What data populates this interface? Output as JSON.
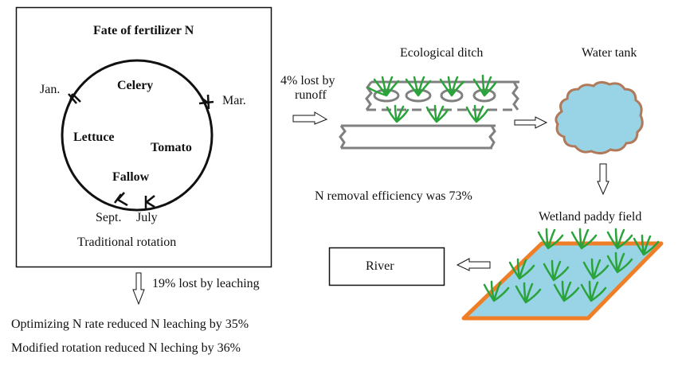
{
  "rotation_panel": {
    "title": "Fate of fertilizer N",
    "months": {
      "jan": "Jan.",
      "mar": "Mar.",
      "sept": "Sept.",
      "july": "July"
    },
    "crops": {
      "celery": "Celery",
      "lettuce": "Lettuce",
      "tomato": "Tomato",
      "fallow": "Fallow"
    },
    "caption": "Traditional rotation"
  },
  "leaching": {
    "label": "19% lost by leaching",
    "notes": [
      "Optimizing N rate reduced N leaching by 35%",
      "Modified rotation reduced N leching by 36%"
    ]
  },
  "runoff": {
    "line1": "4% lost by",
    "line2": "runoff"
  },
  "ditch": {
    "label": "Ecological ditch"
  },
  "tank": {
    "label": "Water tank"
  },
  "removal": {
    "label": "N removal efficiency was 73%"
  },
  "paddy": {
    "label": "Wetland paddy field"
  },
  "river": {
    "label": "River"
  },
  "colors": {
    "plant_green": "#2aa33a",
    "ditch_gray": "#808080",
    "water_blue": "#98d4e6",
    "tank_border": "#b07a5a",
    "paddy_border": "#f07e26"
  }
}
